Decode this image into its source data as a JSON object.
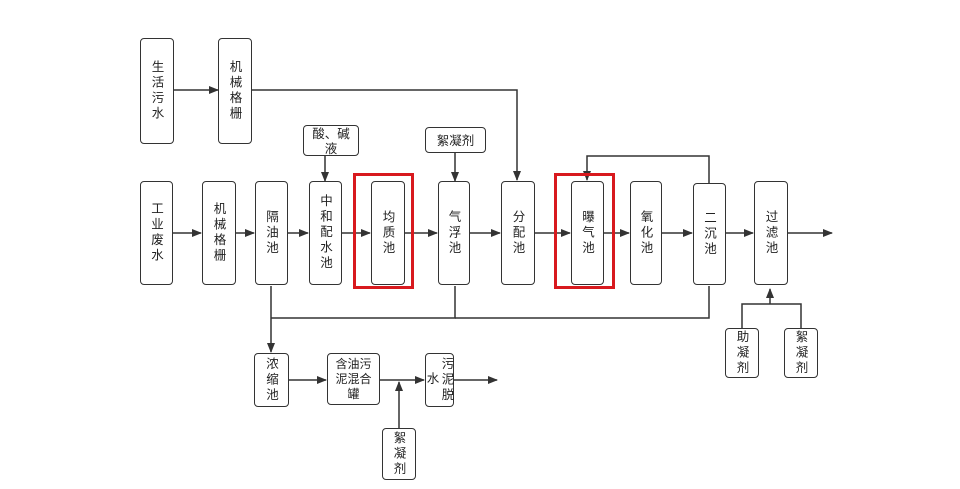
{
  "nodes": {
    "domestic_sewage": "生活污水",
    "screen_top": "机械格栅",
    "industrial_wastewater": "工业废水",
    "screen_main": "机械格栅",
    "oil_separation": "隔油池",
    "neutralization": "中和配水池",
    "acid_alkali": "酸、碱液",
    "equalization": "均质池",
    "flocculant_top": "絮凝剂",
    "air_flotation": "气浮池",
    "distribution": "分配池",
    "aeration": "曝气池",
    "oxidation": "氧化池",
    "secondary_clarifier": "二沉池",
    "filter": "过滤池",
    "coagulant_aid": "助凝剂",
    "flocculant_right": "絮凝剂",
    "thickener": "浓缩池",
    "oily_sludge_tank": "含油污泥混合罐",
    "sludge_dewatering": "污泥脱水",
    "flocculant_bottom": "絮凝剂"
  },
  "colors": {
    "highlight": "#d8191e",
    "line": "#333333"
  }
}
